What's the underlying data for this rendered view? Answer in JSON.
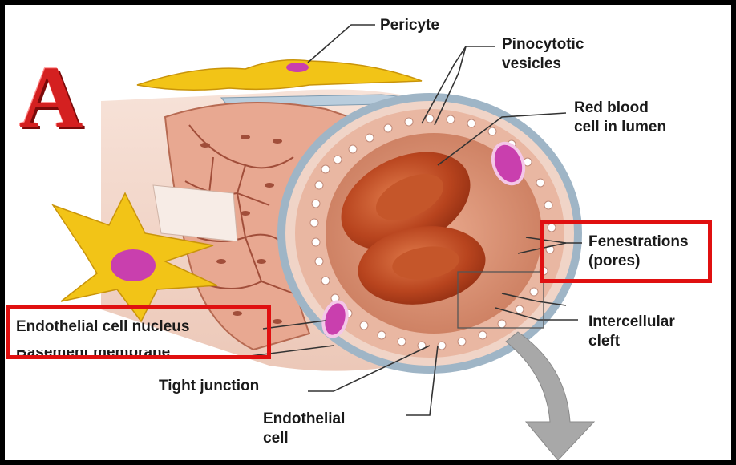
{
  "panel_letter": "A",
  "labels": {
    "pericyte": "Pericyte",
    "pinocytotic_1": "Pinocytotic",
    "pinocytotic_2": "vesicles",
    "rbc_1": "Red blood",
    "rbc_2": "cell in lumen",
    "fenestrations_1": "Fenestrations",
    "fenestrations_2": "(pores)",
    "intercellular_1": "Intercellular",
    "intercellular_2": "cleft",
    "endothelial_nucleus": "Endothelial cell nucleus",
    "basement_membrane": "Basement membrane",
    "tight_junction": "Tight junction",
    "endothelial_cell_1": "Endothelial",
    "endothelial_cell_2": "cell"
  },
  "colors": {
    "highlight_box": "#e01010",
    "pericyte": "#f2c417",
    "nucleus": "#c93fae",
    "rbc": "#b8441e",
    "vessel_wall": "#e7a385"
  }
}
